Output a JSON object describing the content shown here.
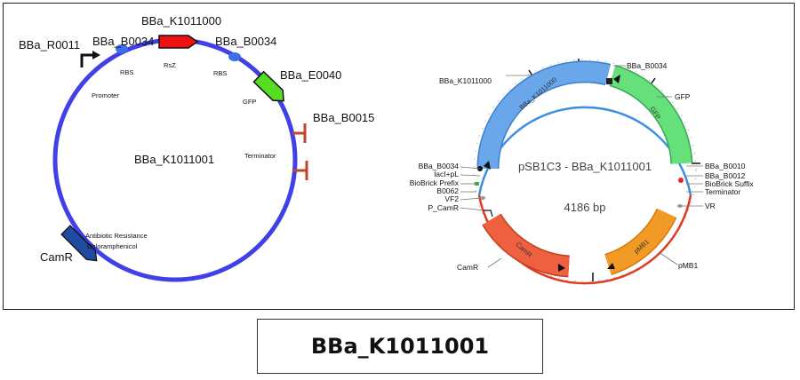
{
  "left_map": {
    "center_label": "BBa_K1011001",
    "parts": {
      "promoter_id": "BBa_R0011",
      "rbs1_id": "BBa_B0034",
      "cds_id": "BBa_K1011000",
      "rbs2_id": "BBa_B0034",
      "gfp_id": "BBa_E0040",
      "terminator_id": "BBa_B0015",
      "resistance_id": "CamR"
    },
    "features": {
      "promoter": "Promoter",
      "rbs1": "RBS",
      "cds": "RsZ",
      "rbs2": "RBS",
      "gfp": "GFP",
      "terminator": "Terminator",
      "resistance_line1": "Antibiotic Resistance",
      "resistance_line2": "Chloramphenicol"
    },
    "colors": {
      "ring": "#4040e8",
      "cds": "#ee1111",
      "gfp": "#55dd22",
      "rbs": "#3a6fe6",
      "resistance": "#1f4aa0",
      "terminator": "#c0452a"
    }
  },
  "right_map": {
    "title": "pSB1C3 - BBa_K1011001",
    "size": "4186 bp",
    "labels": {
      "k1011000": "BBa_K1011000",
      "b0034_top": "BBa_B0034",
      "gfp": "GFP",
      "b0010": "BBa_B0010",
      "b0012": "BBa_B0012",
      "biobrick_suffix": "BioBrick Suffix",
      "terminator": "Terminator",
      "vr": "VR",
      "pmb1": "pMB1",
      "camr": "CamR",
      "b0034_left": "BBa_B0034",
      "lacipl": "lacI+pL",
      "biobrick_prefix": "BioBrick Prefix",
      "b0062": "B0062",
      "vf2": "VF2",
      "p_camr": "P_CamR"
    },
    "arc_text": {
      "k1011000": "BBa_K1011000",
      "gfp": "GFP",
      "camr": "CamR",
      "pmb1": "pMB1"
    },
    "colors": {
      "backbone_top": "#3b8fe0",
      "backbone_bottom": "#e23a1c",
      "k_arc": "#6aa6ea",
      "gfp_arc": "#66e07a",
      "camr_arc": "#ee6040",
      "pmb1_arc": "#f29a26"
    }
  },
  "caption": "BBa_K1011001"
}
